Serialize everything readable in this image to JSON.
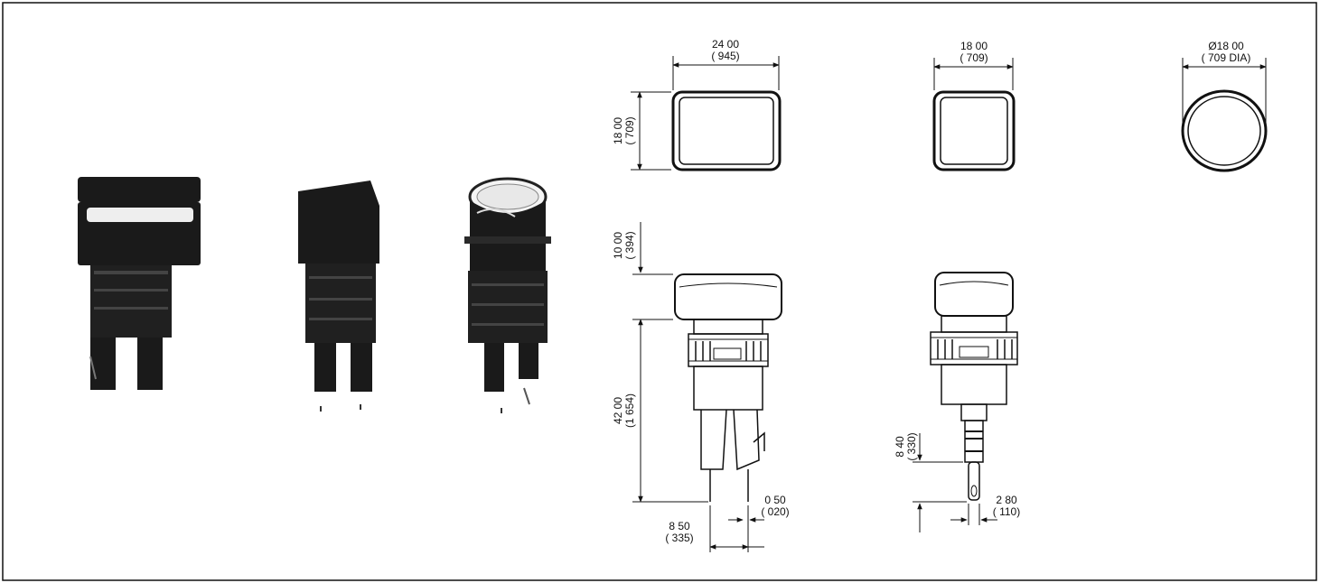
{
  "dimensions": {
    "rect_width": {
      "mm": "24 00",
      "inch": "( 945)"
    },
    "rect_height": {
      "mm": "18 00",
      "inch": "( 709)"
    },
    "square_width": {
      "mm": "18 00",
      "inch": "( 709)"
    },
    "round_diameter": {
      "mm": "Ø18 00",
      "inch": "( 709 DIA)"
    },
    "cap_height": {
      "mm": "10 00",
      "inch": "( 394)"
    },
    "body_length": {
      "mm": "42 00",
      "inch": "(1 654)"
    },
    "pin_thickness": {
      "mm": "0 50",
      "inch": "( 020)"
    },
    "pin_spacing": {
      "mm": "8 50",
      "inch": "( 335)"
    },
    "lamp_terminal_length": {
      "mm": "8 40",
      "inch": "( 330)"
    },
    "lamp_terminal_width": {
      "mm": "2 80",
      "inch": "( 110)"
    }
  },
  "colors": {
    "ink": "#111111",
    "paper": "#ffffff"
  },
  "icons": [
    "rectangular-switch-photo",
    "square-switch-photo",
    "round-switch-photo"
  ]
}
